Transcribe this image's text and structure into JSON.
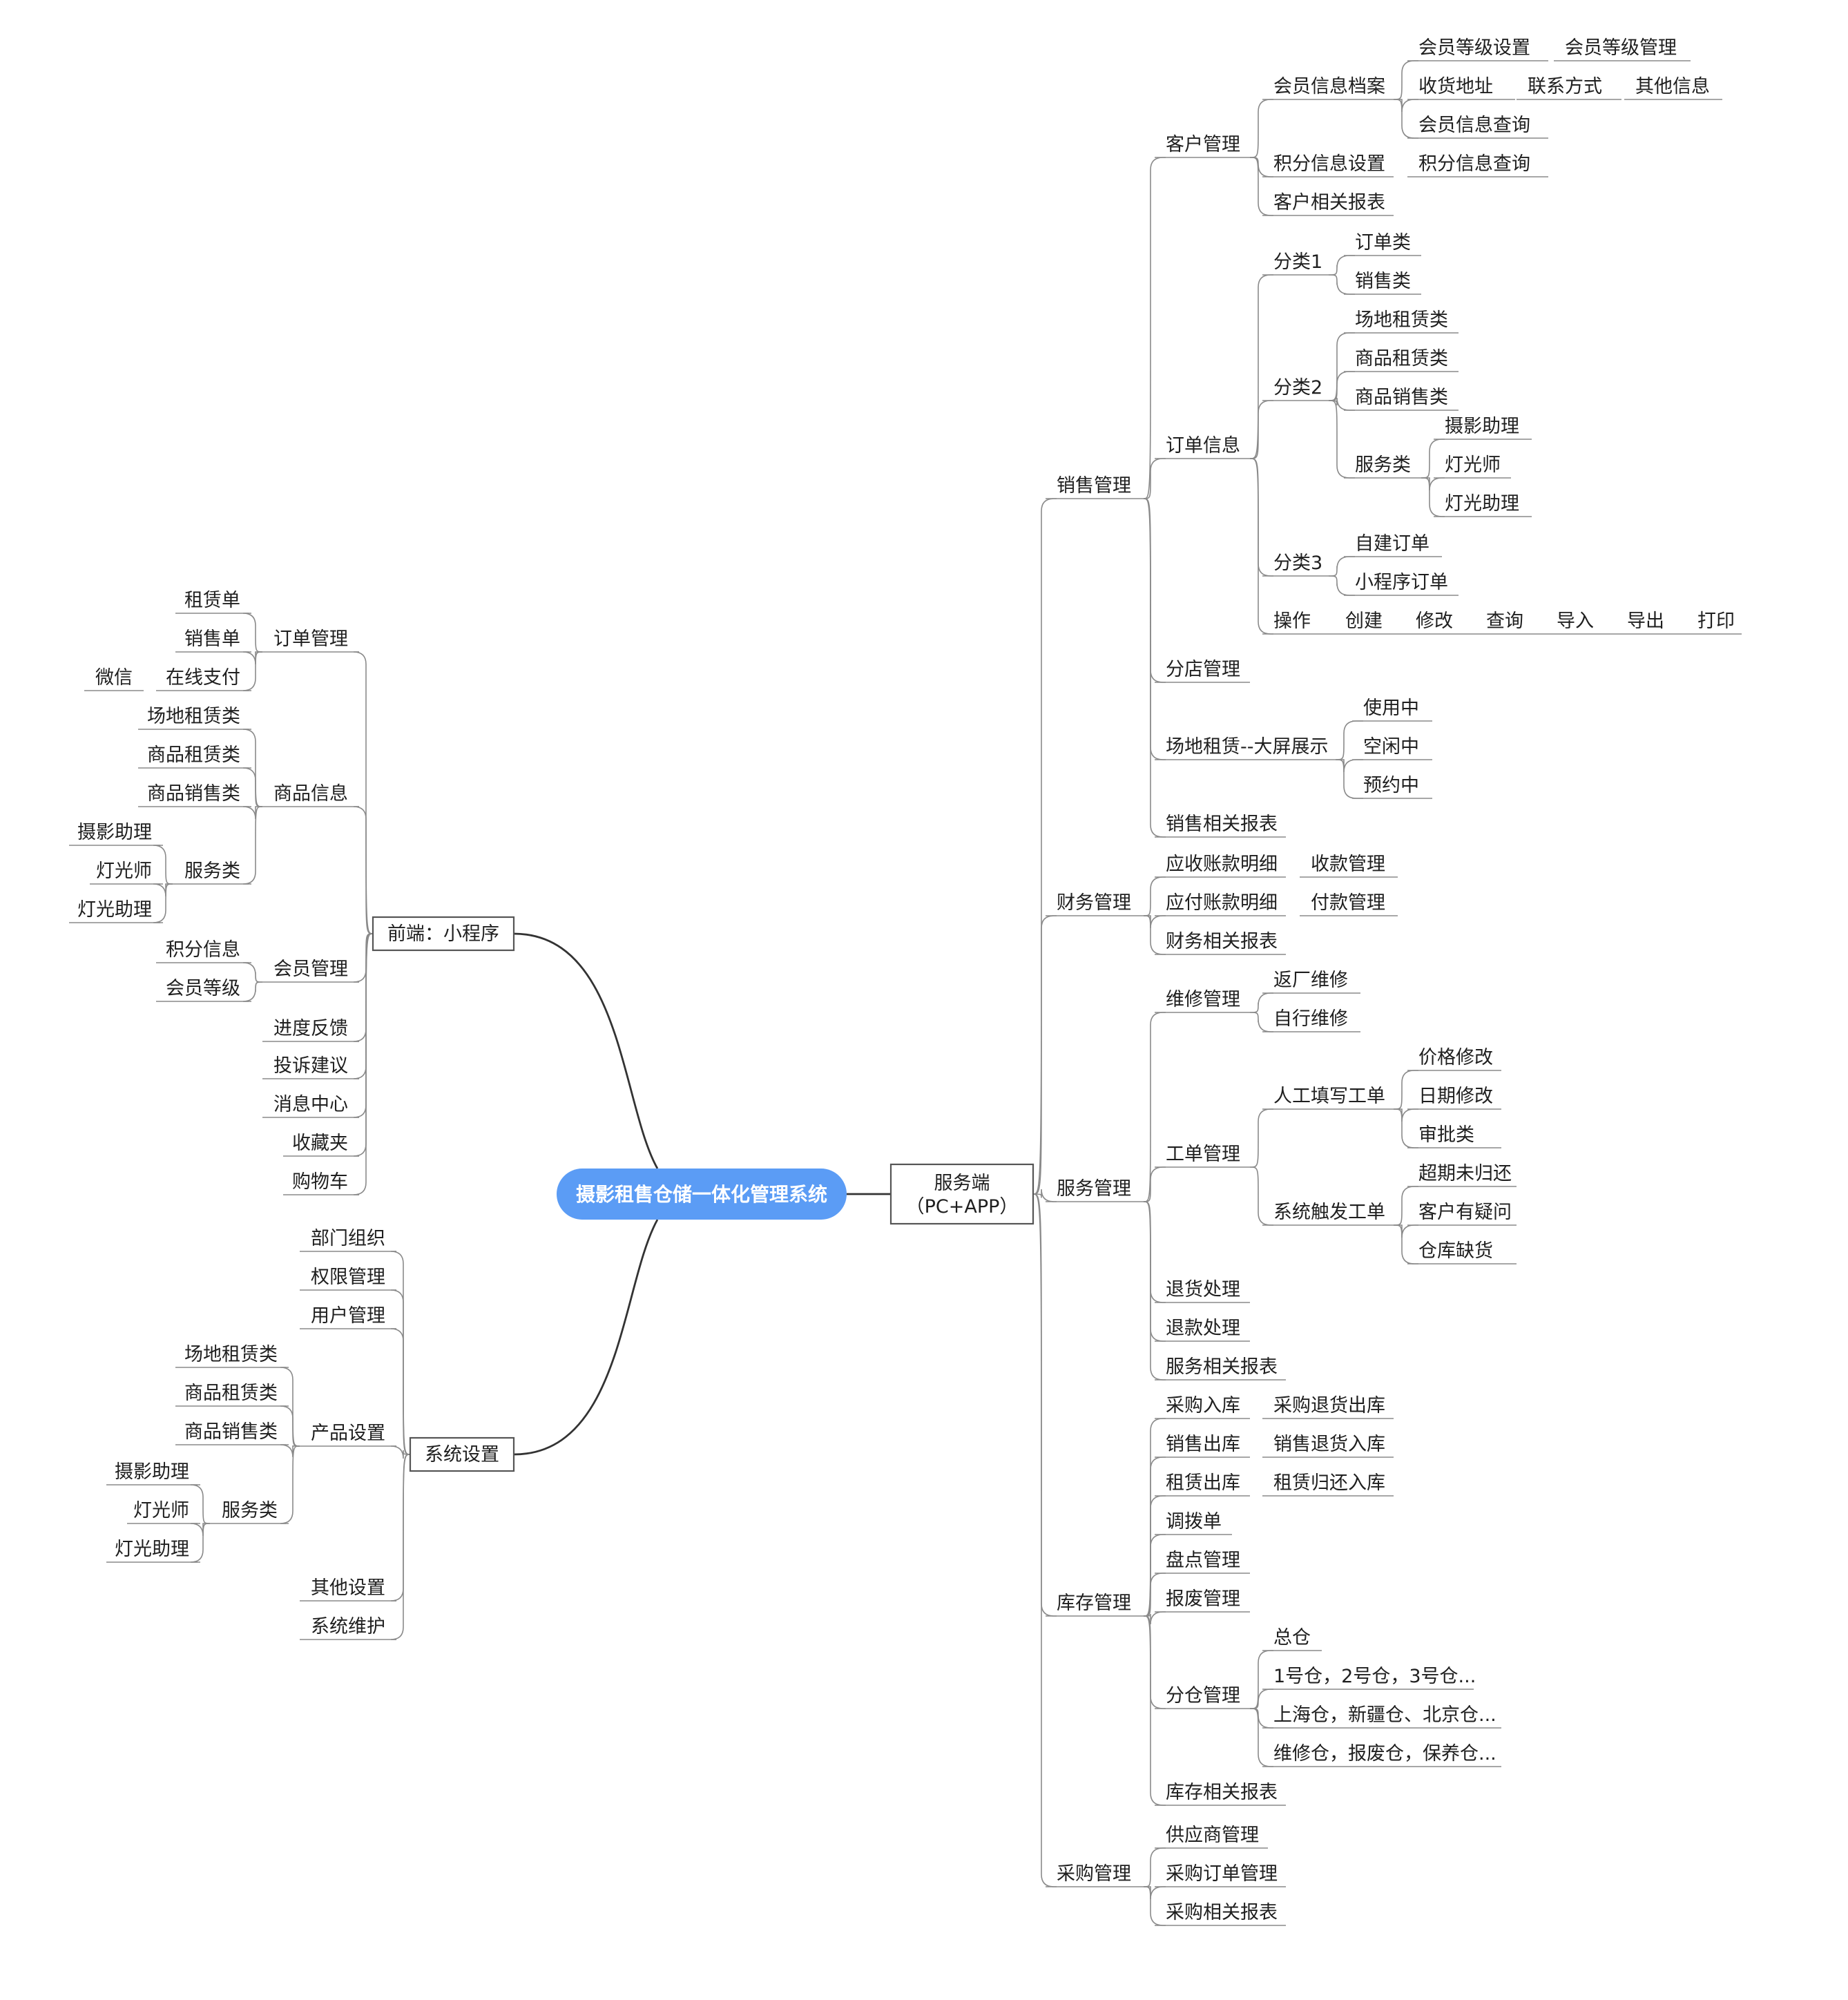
{
  "colors": {
    "root_fill": "#5b9cf5",
    "root_text": "#ffffff",
    "line": "#8a8a8a",
    "main_line": "#333333",
    "text": "#1f1f1f"
  },
  "root": "摄影租售仓储一体化管理系统",
  "server": {
    "label_lines": [
      "服务端",
      "（PC+APP）"
    ],
    "items": {
      "sales": {
        "label": "销售管理",
        "customer": {
          "label": "客户管理",
          "member_archive": {
            "label": "会员信息档案",
            "level_setting": "会员等级设置",
            "level_manage": "会员等级管理",
            "address": "收货地址",
            "contact": "联系方式",
            "other_info": "其他信息",
            "member_query": "会员信息查询"
          },
          "points_setting": "积分信息设置",
          "points_query": "积分信息查询",
          "report": "客户相关报表"
        },
        "order": {
          "label": "订单信息",
          "cat1": {
            "label": "分类1",
            "items": [
              "订单类",
              "销售类"
            ]
          },
          "cat2": {
            "label": "分类2",
            "items": [
              "场地租赁类",
              "商品租赁类",
              "商品销售类"
            ],
            "service": {
              "label": "服务类",
              "items": [
                "摄影助理",
                "灯光师",
                "灯光助理"
              ]
            }
          },
          "cat3": {
            "label": "分类3",
            "items": [
              "自建订单",
              "小程序订单"
            ]
          },
          "ops": {
            "label": "操作",
            "items": [
              "创建",
              "修改",
              "查询",
              "导入",
              "导出",
              "打印"
            ]
          }
        },
        "branch": "分店管理",
        "venue": {
          "label": "场地租赁--大屏展示",
          "items": [
            "使用中",
            "空闲中",
            "预约中"
          ]
        },
        "report": "销售相关报表"
      },
      "finance": {
        "label": "财务管理",
        "receivable": "应收账款明细",
        "collection": "收款管理",
        "payable": "应付账款明细",
        "payment": "付款管理",
        "report": "财务相关报表"
      },
      "service": {
        "label": "服务管理",
        "repair": {
          "label": "维修管理",
          "items": [
            "返厂维修",
            "自行维修"
          ]
        },
        "workorder": {
          "label": "工单管理",
          "manual": {
            "label": "人工填写工单",
            "items": [
              "价格修改",
              "日期修改",
              "审批类"
            ]
          },
          "system": {
            "label": "系统触发工单",
            "items": [
              "超期未归还",
              "客户有疑问",
              "仓库缺货"
            ]
          }
        },
        "return_goods": "退货处理",
        "refund": "退款处理",
        "report": "服务相关报表"
      },
      "inventory": {
        "label": "库存管理",
        "purchase_in": "采购入库",
        "purchase_return_out": "采购退货出库",
        "sales_out": "销售出库",
        "sales_return_in": "销售退货入库",
        "rent_out": "租赁出库",
        "rent_return_in": "租赁归还入库",
        "transfer": "调拨单",
        "stocktake": "盘点管理",
        "scrap": "报废管理",
        "warehouse": {
          "label": "分仓管理",
          "items": [
            "总仓",
            "1号仓，2号仓，3号仓...",
            "上海仓，新疆仓、北京仓...",
            "维修仓，报废仓，保养仓..."
          ]
        },
        "report": "库存相关报表"
      },
      "procurement": {
        "label": "采购管理",
        "items": [
          "供应商管理",
          "采购订单管理",
          "采购相关报表"
        ]
      }
    }
  },
  "frontend": {
    "label": "前端：小程序",
    "order_mgmt": {
      "label": "订单管理",
      "items": [
        "租赁单",
        "销售单"
      ],
      "online_pay": "在线支付",
      "wechat": "微信"
    },
    "goods": {
      "label": "商品信息",
      "items": [
        "场地租赁类",
        "商品租赁类",
        "商品销售类"
      ],
      "service": {
        "label": "服务类",
        "items": [
          "摄影助理",
          "灯光师",
          "灯光助理"
        ]
      }
    },
    "member": {
      "label": "会员管理",
      "items": [
        "积分信息",
        "会员等级"
      ]
    },
    "others": [
      "进度反馈",
      "投诉建议",
      "消息中心",
      "收藏夹",
      "购物车"
    ]
  },
  "settings": {
    "label": "系统设置",
    "dept": "部门组织",
    "perm": "权限管理",
    "user": "用户管理",
    "product": {
      "label": "产品设置",
      "items": [
        "场地租赁类",
        "商品租赁类",
        "商品销售类"
      ],
      "service": {
        "label": "服务类",
        "items": [
          "摄影助理",
          "灯光师",
          "灯光助理"
        ]
      }
    },
    "other": "其他设置",
    "maint": "系统维护"
  }
}
